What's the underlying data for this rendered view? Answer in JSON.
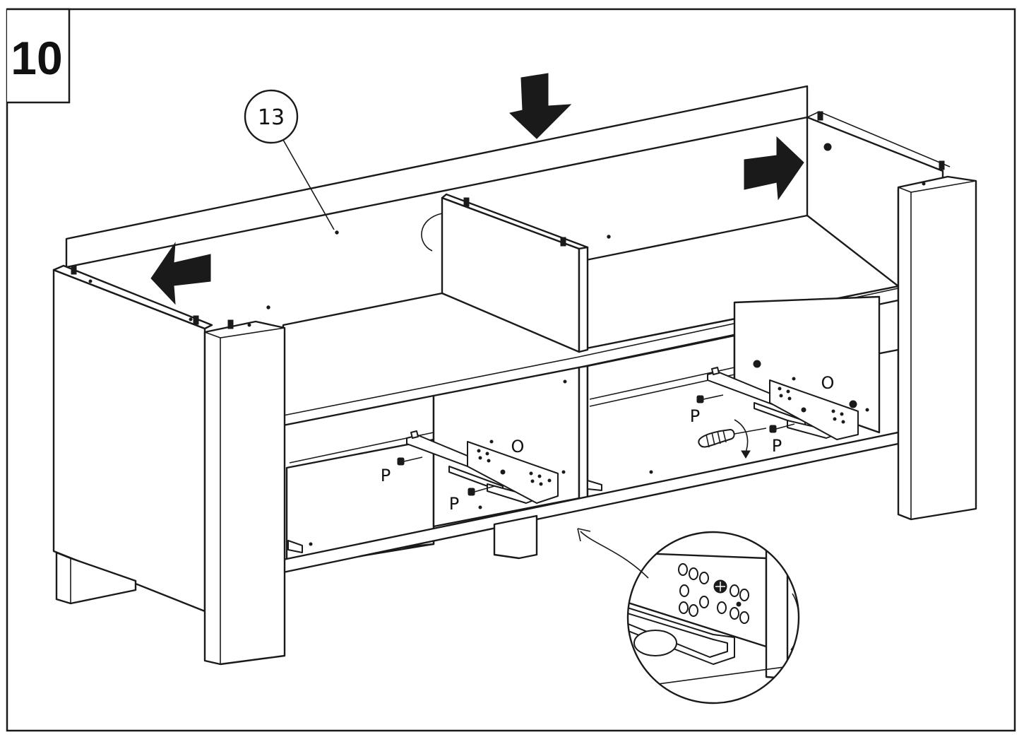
{
  "step": {
    "number": "10"
  },
  "callout": {
    "part_number": "13"
  },
  "fittings": {
    "left": {
      "bracket_label": "O",
      "screw_labels": [
        "P",
        "P"
      ]
    },
    "right": {
      "bracket_label": "O",
      "screw_labels": [
        "P",
        "P"
      ]
    }
  },
  "arrows": [
    {
      "direction": "left"
    },
    {
      "direction": "down"
    },
    {
      "direction": "right"
    }
  ],
  "tool": {
    "name": "screwdriver-icon"
  },
  "colors": {
    "line": "#1a1a1a",
    "fill": "#ffffff",
    "arrow": "#1a1a1a"
  }
}
